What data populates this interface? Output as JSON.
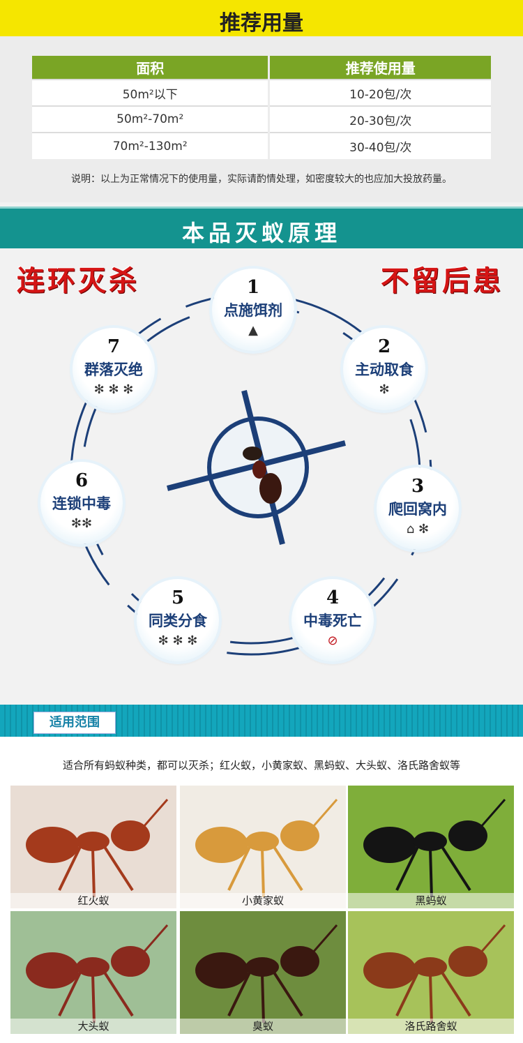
{
  "dosage": {
    "title": "推荐用量",
    "headers": [
      "面积",
      "推荐使用量"
    ],
    "rows": [
      [
        "50m²以下",
        "10-20包/次"
      ],
      [
        "50m²-70m²",
        "20-30包/次"
      ],
      [
        "70m²-130m²",
        "30-40包/次"
      ]
    ],
    "note": "说明：以上为正常情况下的使用量，实际请酌情处理，如密度较大的也应加大投放药量。"
  },
  "principle": {
    "title": "本品灭蚁原理",
    "slogan_left": "连环灭杀",
    "slogan_right": "不留后患",
    "steps": [
      {
        "num": "1",
        "label": "点施饵剂"
      },
      {
        "num": "2",
        "label": "主动取食"
      },
      {
        "num": "3",
        "label": "爬回窝内"
      },
      {
        "num": "4",
        "label": "中毒死亡"
      },
      {
        "num": "5",
        "label": "同类分食"
      },
      {
        "num": "6",
        "label": "连锁中毒"
      },
      {
        "num": "7",
        "label": "群落灭绝"
      }
    ]
  },
  "scope": {
    "tag": "适用范围",
    "description": "适合所有蚂蚁种类，都可以灭杀；红火蚁，小黄家蚁、黑蚂蚁、大头蚁、洛氏路舍蚁等",
    "photos": [
      {
        "caption": "红火蚁",
        "bg": "#e9ddd4",
        "ant": "#a43a1c"
      },
      {
        "caption": "小黄家蚁",
        "bg": "#f1ece4",
        "ant": "#d89a3c"
      },
      {
        "caption": "黑蚂蚁",
        "bg": "#7fae3a",
        "ant": "#141414"
      },
      {
        "caption": "大头蚁",
        "bg": "#9fbf96",
        "ant": "#8a2a1e"
      },
      {
        "caption": "臭蚁",
        "bg": "#6e8d3e",
        "ant": "#3a1810"
      },
      {
        "caption": "洛氏路舍蚁",
        "bg": "#a7c25a",
        "ant": "#8b3a1a"
      }
    ]
  },
  "colors": {
    "yellow": "#f5e600",
    "green": "#7aa525",
    "teal": "#14938f",
    "red": "#d51515",
    "navy": "#1c3f78"
  }
}
